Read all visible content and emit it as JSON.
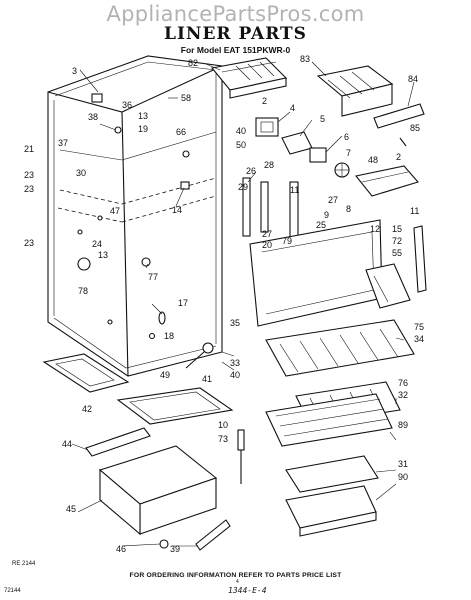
{
  "watermark": "AppliancePartsPros.com",
  "title": "LINER PARTS",
  "subtitle": "For Model EAT 151PKWR-0",
  "footer": "FOR ORDERING INFORMATION REFER TO PARTS PRICE LIST",
  "page_code": "1344-E-4",
  "page_code_top": "4",
  "figure_code": "RE 2144",
  "corner_code": "72144",
  "callouts": [
    {
      "id": "c3",
      "label": "3"
    },
    {
      "id": "c82",
      "label": "82"
    },
    {
      "id": "c83",
      "label": "83"
    },
    {
      "id": "c84",
      "label": "84"
    },
    {
      "id": "c58",
      "label": "58"
    },
    {
      "id": "c85",
      "label": "85"
    },
    {
      "id": "c4",
      "label": "4"
    },
    {
      "id": "c5",
      "label": "5"
    },
    {
      "id": "c2a",
      "label": "2"
    },
    {
      "id": "c36",
      "label": "36"
    },
    {
      "id": "c13a",
      "label": "13"
    },
    {
      "id": "c38",
      "label": "38"
    },
    {
      "id": "c19",
      "label": "19"
    },
    {
      "id": "c40a",
      "label": "40"
    },
    {
      "id": "c66",
      "label": "66"
    },
    {
      "id": "c50",
      "label": "50"
    },
    {
      "id": "c6",
      "label": "6"
    },
    {
      "id": "c7",
      "label": "7"
    },
    {
      "id": "c48",
      "label": "48"
    },
    {
      "id": "c2b",
      "label": "2"
    },
    {
      "id": "c21",
      "label": "21"
    },
    {
      "id": "c37",
      "label": "37"
    },
    {
      "id": "c30",
      "label": "30"
    },
    {
      "id": "c23a",
      "label": "23"
    },
    {
      "id": "c23b",
      "label": "23"
    },
    {
      "id": "c26",
      "label": "26"
    },
    {
      "id": "c28",
      "label": "28"
    },
    {
      "id": "c29",
      "label": "29"
    },
    {
      "id": "c11a",
      "label": "11"
    },
    {
      "id": "c27a",
      "label": "27"
    },
    {
      "id": "c11b",
      "label": "11"
    },
    {
      "id": "c8",
      "label": "8"
    },
    {
      "id": "c9",
      "label": "9"
    },
    {
      "id": "c14",
      "label": "14"
    },
    {
      "id": "c47",
      "label": "47"
    },
    {
      "id": "c23c",
      "label": "23"
    },
    {
      "id": "c24",
      "label": "24"
    },
    {
      "id": "c27b",
      "label": "27"
    },
    {
      "id": "c25",
      "label": "25"
    },
    {
      "id": "c20",
      "label": "20"
    },
    {
      "id": "c79",
      "label": "79"
    },
    {
      "id": "c12",
      "label": "12"
    },
    {
      "id": "c15",
      "label": "15"
    },
    {
      "id": "c72",
      "label": "72"
    },
    {
      "id": "c55",
      "label": "55"
    },
    {
      "id": "c13b",
      "label": "13"
    },
    {
      "id": "c77",
      "label": "77"
    },
    {
      "id": "c78",
      "label": "78"
    },
    {
      "id": "c17",
      "label": "17"
    },
    {
      "id": "c18",
      "label": "18"
    },
    {
      "id": "c35",
      "label": "35"
    },
    {
      "id": "c75",
      "label": "75"
    },
    {
      "id": "c34",
      "label": "34"
    },
    {
      "id": "c33",
      "label": "33"
    },
    {
      "id": "c40b",
      "label": "40"
    },
    {
      "id": "c49",
      "label": "49"
    },
    {
      "id": "c41",
      "label": "41"
    },
    {
      "id": "c42",
      "label": "42"
    },
    {
      "id": "c76",
      "label": "76"
    },
    {
      "id": "c32",
      "label": "32"
    },
    {
      "id": "c10",
      "label": "10"
    },
    {
      "id": "c73",
      "label": "73"
    },
    {
      "id": "c89",
      "label": "89"
    },
    {
      "id": "c31",
      "label": "31"
    },
    {
      "id": "c90",
      "label": "90"
    },
    {
      "id": "c44",
      "label": "44"
    },
    {
      "id": "c45",
      "label": "45"
    },
    {
      "id": "c39",
      "label": "39"
    },
    {
      "id": "c46",
      "label": "46"
    }
  ]
}
